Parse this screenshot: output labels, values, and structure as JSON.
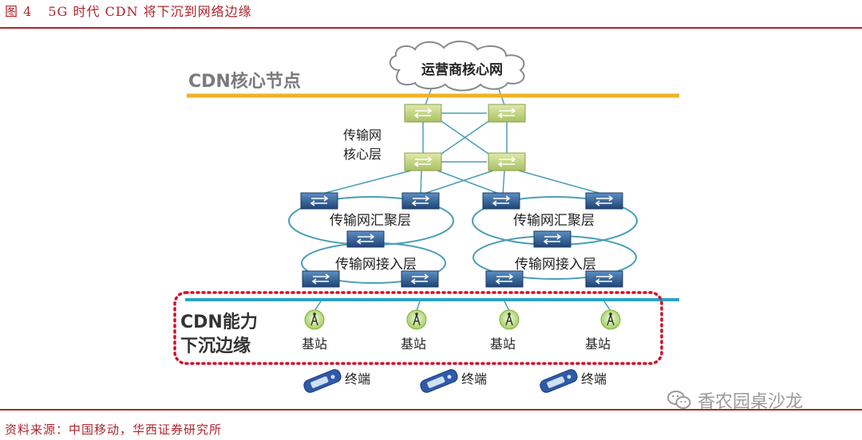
{
  "title": {
    "number": "图 4",
    "text": "5G 时代 CDN 将下沉到网络边缘"
  },
  "source": "资料来源：中国移动，华西证券研究所",
  "watermark": "香农园桌沙龙",
  "labels": {
    "core_node": "CDN核心节点",
    "operator_core": "运营商核心网",
    "transport_core_line1": "传输网",
    "transport_core_line2": "核心层",
    "aggregation_left": "传输网汇聚层",
    "aggregation_right": "传输网汇聚层",
    "access_left": "传输网接入层",
    "access_right": "传输网接入层",
    "edge_line1": "CDN能力",
    "edge_line2": "下沉边缘"
  },
  "base_stations": [
    "基站",
    "基站",
    "基站",
    "基站"
  ],
  "terminals": [
    "终端",
    "终端",
    "终端"
  ],
  "colors": {
    "accent_red": "#b0242b",
    "core_line": "#f0b323",
    "edge_line": "#2aa3c9",
    "ring": "#4a9fb5",
    "edge_box": "#d0112b",
    "core_switch": "#c5d88a",
    "access_switch": "#2f5f96",
    "station": "#8dc63f",
    "terminal": "#2e5aa8"
  },
  "icons": {
    "cloud": "cloud-icon",
    "core_switch": "green-switch-icon",
    "access_switch": "blue-switch-icon",
    "station": "base-station-icon",
    "terminal": "phone-icon",
    "watermark": "wechat-icon"
  }
}
